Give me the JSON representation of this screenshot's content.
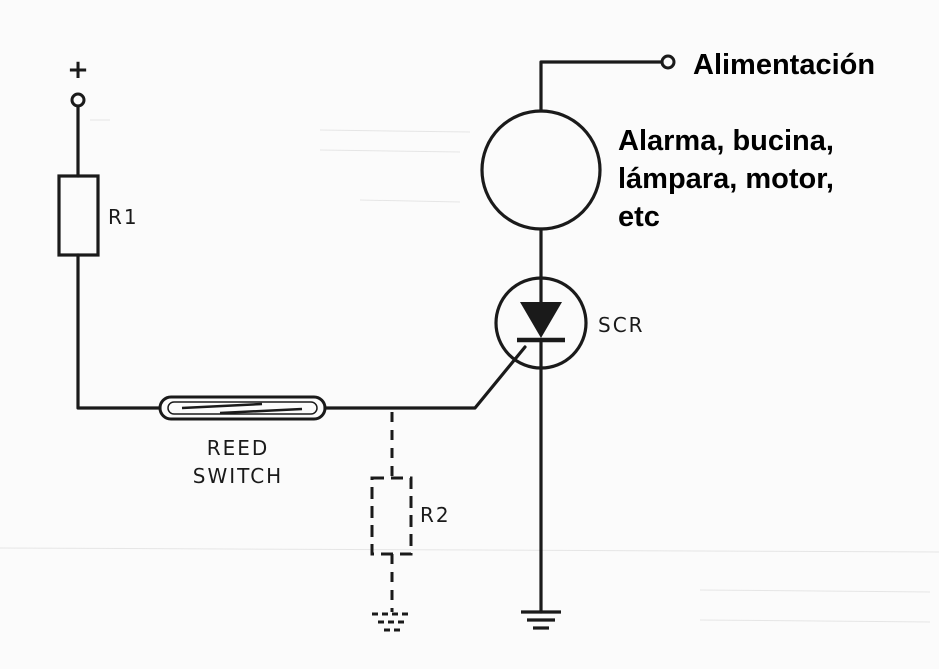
{
  "labels": {
    "plus": "+",
    "r1": "R1",
    "r2": "R2",
    "scr": "SCR",
    "reed_line1": "REED",
    "reed_line2": "SWITCH",
    "supply": "Alimentación",
    "load_line1": "Alarma, bucina,",
    "load_line2": "lámpara, motor,",
    "load_line3": "etc"
  },
  "colors": {
    "ink": "#1a1a1a",
    "paper": "#fbfbfb"
  }
}
